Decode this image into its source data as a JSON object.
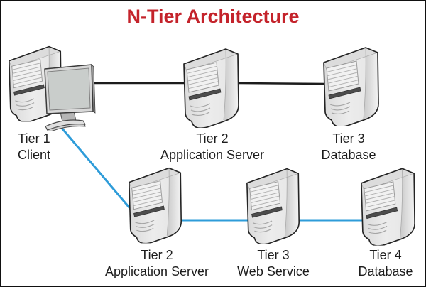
{
  "title": {
    "text": "N-Tier Architecture"
  },
  "nodes": [
    {
      "id": "client",
      "tier": "Tier 1",
      "role": "Client",
      "icon": "workstation-with-monitor"
    },
    {
      "id": "app-server-top",
      "tier": "Tier 2",
      "role": "Application Server",
      "icon": "server-tower"
    },
    {
      "id": "database-top",
      "tier": "Tier 3",
      "role": "Database",
      "icon": "server-tower"
    },
    {
      "id": "app-server-bottom",
      "tier": "Tier 2",
      "role": "Application Server",
      "icon": "server-tower"
    },
    {
      "id": "web-service",
      "tier": "Tier 3",
      "role": "Web Service",
      "icon": "server-tower"
    },
    {
      "id": "database-bottom",
      "tier": "Tier 4",
      "role": "Database",
      "icon": "server-tower"
    }
  ],
  "connections": [
    {
      "from": "client",
      "to": "app-server-top",
      "color_key": "connection_black"
    },
    {
      "from": "app-server-top",
      "to": "database-top",
      "color_key": "connection_black"
    },
    {
      "from": "client",
      "to": "app-server-bottom",
      "color_key": "connection_blue"
    },
    {
      "from": "app-server-bottom",
      "to": "web-service",
      "color_key": "connection_blue"
    },
    {
      "from": "web-service",
      "to": "database-bottom",
      "color_key": "connection_blue"
    }
  ],
  "colors": {
    "title_red": "#C4232B",
    "connection_black": "#1C1C1C",
    "connection_blue": "#2E9CD9",
    "label_text": "#1D1D1D",
    "border_black": "#111111"
  }
}
